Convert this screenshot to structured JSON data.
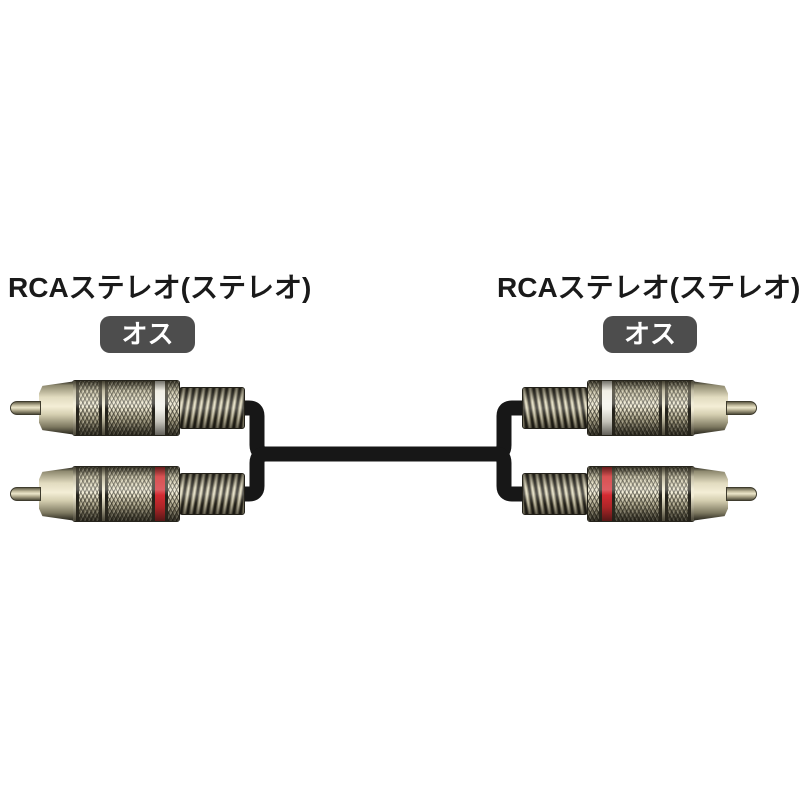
{
  "scene": {
    "background": "#ffffff",
    "subject": "RCA stereo audio cable with male plugs at both ends"
  },
  "ends": {
    "left": {
      "label": "RCAステレオ(ステレオ)",
      "badge": "オス",
      "plugs": [
        {
          "position": "top",
          "ring": "white",
          "ring_color": "#f2f1ea"
        },
        {
          "position": "bottom",
          "ring": "red",
          "ring_color": "#d01f27"
        }
      ]
    },
    "right": {
      "label": "RCAステレオ(ステレオ)",
      "badge": "オス",
      "plugs": [
        {
          "position": "top",
          "ring": "white",
          "ring_color": "#f2f1ea"
        },
        {
          "position": "bottom",
          "ring": "red",
          "ring_color": "#d01f27"
        }
      ]
    }
  },
  "colors": {
    "badge_background": "#4d4d4d",
    "badge_text": "#ffffff",
    "label_text": "#1a1a1a",
    "cable": "#171717",
    "metal_light": "#efe9cf",
    "metal_mid": "#aaa489",
    "metal_dark": "#39372b"
  }
}
